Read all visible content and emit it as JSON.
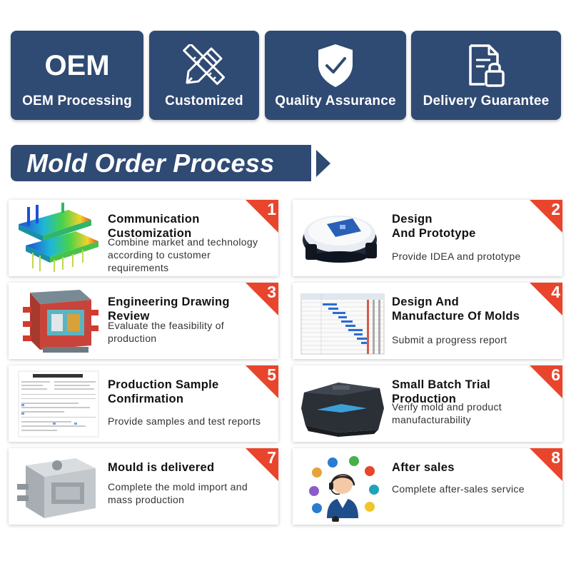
{
  "features": [
    {
      "icon": "oem-text-icon",
      "big_text": "OEM",
      "label": "OEM Processing"
    },
    {
      "icon": "pencil-ruler-icon",
      "label": "Customized"
    },
    {
      "icon": "shield-check-icon",
      "label": "Quality Assurance"
    },
    {
      "icon": "document-lock-icon",
      "label": "Delivery Guarantee"
    }
  ],
  "heading": {
    "title": "Mold Order Process"
  },
  "colors": {
    "navy": "#2f4a73",
    "accent_red": "#e8452c",
    "white": "#ffffff"
  },
  "steps": [
    {
      "number": "1",
      "title": "Communication\nCustomization",
      "description": "Combine market and technology according to customer requirements",
      "image": "mold-simulation-image"
    },
    {
      "number": "2",
      "title": "Design\nAnd Prototype",
      "description": "Provide IDEA and prototype",
      "image": "prototype-device-image"
    },
    {
      "number": "3",
      "title": "Engineering Drawing\nReview",
      "description": "Evaluate the feasibility of production",
      "image": "mold-assembly-image"
    },
    {
      "number": "4",
      "title": "Design And\nManufacture Of Molds",
      "description": "Submit a progress report",
      "image": "gantt-chart-image"
    },
    {
      "number": "5",
      "title": "Production Sample\nConfirmation",
      "description": "Provide samples and test reports",
      "image": "submission-document-image"
    },
    {
      "number": "6",
      "title": "Small Batch Trial\nProduction",
      "description": "Verify mold and product manufacturability",
      "image": "vr-headset-image"
    },
    {
      "number": "7",
      "title": "Mould is delivered",
      "description": "Complete the mold import and mass production",
      "image": "steel-mold-image"
    },
    {
      "number": "8",
      "title": "After sales",
      "description": "Complete after-sales service",
      "image": "support-agent-image"
    }
  ]
}
